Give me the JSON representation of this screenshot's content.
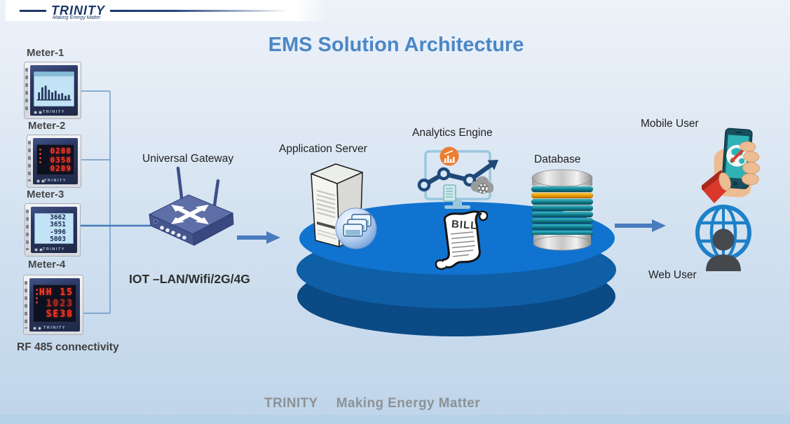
{
  "title": "EMS Solution Architecture",
  "logo": {
    "brand": "TRINITY",
    "tagline": "Making Energy Matter"
  },
  "meters": {
    "brand": "TRINITY",
    "connectivity_label": "RF 485 connectivity",
    "items": [
      {
        "label": "Meter-1",
        "display": "lcd-bar-chart"
      },
      {
        "label": "Meter-2",
        "display": "led",
        "readings": [
          "0288",
          "0358",
          "0289"
        ]
      },
      {
        "label": "Meter-3",
        "display": "lcd",
        "readings": [
          "3662",
          "3651",
          "-996",
          "5003"
        ]
      },
      {
        "label": "Meter-4",
        "display": "led",
        "readings": [
          "HH 15",
          "1023",
          "SE38"
        ]
      }
    ]
  },
  "gateway": {
    "label": "Universal Gateway",
    "sublabel": "IOT –LAN/Wifi/2G/4G"
  },
  "application_server": {
    "label": "Application Server"
  },
  "analytics_engine": {
    "label": "Analytics Engine"
  },
  "bill": {
    "label": "BILL"
  },
  "database": {
    "label": "Database"
  },
  "mobile_user": {
    "label": "Mobile User"
  },
  "web_user": {
    "label": "Web User"
  },
  "footer": {
    "brand": "TRINITY",
    "tagline": "Making Energy Matter"
  },
  "colors": {
    "title_blue": "#4c87c6",
    "platform_top": "#1173d0",
    "platform_middle": "#0f5fa7",
    "platform_bottom": "#0b4a84",
    "arrow_blue": "#4a7bbf",
    "footer_gray": "#8d9297",
    "database_teal": "#12808f",
    "database_orange": "#e89c00",
    "led_red": "#ff3726",
    "logo_navy": "#1d3869"
  }
}
